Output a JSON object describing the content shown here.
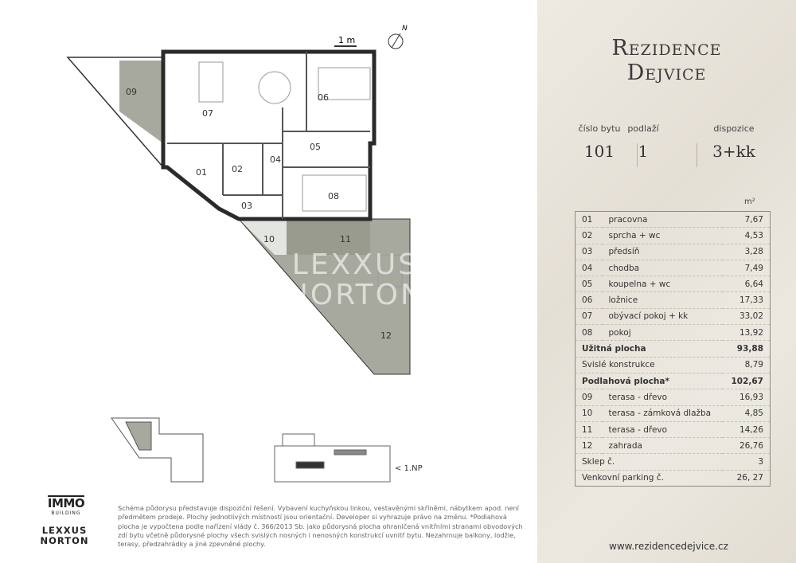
{
  "header": {
    "title_line1": "Rezidence",
    "title_line2": "Dejvice"
  },
  "info": {
    "unit_label": "číslo bytu",
    "unit_value": "101",
    "floor_label": "podlaží",
    "floor_value": "1",
    "layout_label": "dispozice",
    "layout_value": "3+kk"
  },
  "area_unit": "m²",
  "rooms": [
    {
      "no": "01",
      "name": "pracovna",
      "area": "7,67"
    },
    {
      "no": "02",
      "name": "sprcha + wc",
      "area": "4,53"
    },
    {
      "no": "03",
      "name": "předsíň",
      "area": "3,28"
    },
    {
      "no": "04",
      "name": "chodba",
      "area": "7,49"
    },
    {
      "no": "05",
      "name": "koupelna + wc",
      "area": "6,64"
    },
    {
      "no": "06",
      "name": "ložnice",
      "area": "17,33"
    },
    {
      "no": "07",
      "name": "obývací pokoj + kk",
      "area": "33,02"
    },
    {
      "no": "08",
      "name": "pokoj",
      "area": "13,92"
    }
  ],
  "usable": {
    "name": "Užitná plocha",
    "area": "93,88"
  },
  "vertical": {
    "name": "Svislé konstrukce",
    "area": "8,79"
  },
  "floor_area": {
    "name": "Podlahová plocha*",
    "area": "102,67"
  },
  "outdoor": [
    {
      "no": "09",
      "name": "terasa - dřevo",
      "area": "16,93"
    },
    {
      "no": "10",
      "name": "terasa - zámková dlažba",
      "area": "4,85"
    },
    {
      "no": "11",
      "name": "terasa - dřevo",
      "area": "14,26"
    },
    {
      "no": "12",
      "name": "zahrada",
      "area": "26,76"
    }
  ],
  "cellar": {
    "name": "Sklep č.",
    "value": "3"
  },
  "parking": {
    "name": "Venkovní parking č.",
    "value": "26, 27"
  },
  "website": "www.rezidencedejvice.cz",
  "plan": {
    "scale": "1 m",
    "north": "N",
    "labels": [
      "09",
      "07",
      "06",
      "05",
      "04",
      "01",
      "02",
      "03",
      "08",
      "10",
      "11",
      "12"
    ],
    "watermark1": "LEXXUS",
    "watermark2": "NORTON",
    "floor_marker": "< 1.NP"
  },
  "note": "Schéma půdorysu představuje dispoziční řešení. Vybavení kuchyňskou linkou, vestavěnými skříněmi, nábytkem apod. není předmětem prodeje. Plochy jednotlivých místností jsou orientační. Developer si vyhrazuje právo na změnu. *Podlahová plocha je vypočtena podle nařízení vlády č. 366/2013 Sb. jako půdorysná plocha ohraničená vnitřními stranami obvodových zdí bytu včetně půdorysné plochy všech svislých nosných i nenosných konstrukcí uvnitř bytu. Nezahrnuje balkony, lodžie, terasy, předzahrádky a jiné zpevněné plochy.",
  "logos": {
    "immo": "IMMO",
    "immo_sub": "BUILDING",
    "lexxus": "LEXXUS",
    "norton": "NORTON"
  }
}
